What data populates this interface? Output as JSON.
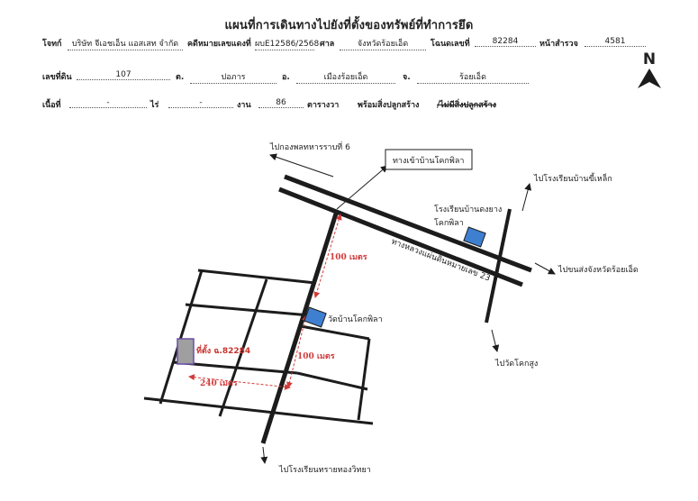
{
  "title": "แผนที่การเดินทางไปยังที่ตั้งของทรัพย์ที่ทำการยึด",
  "header": {
    "plaintiff_label": "โจทก์",
    "plaintiff_value": "บริษัท จีเอชเอ็น แอสเสท จำกัด",
    "case_label": "คดีหมายเลขแดงที่",
    "case_value": "ผบE12586/2568",
    "court_label": "ศาล",
    "court_value": "จังหวัดร้อยเอ็ด",
    "deed_label": "โฉนดเลขที่",
    "deed_value": "82284",
    "survey_label": "หน้าสำรวจ",
    "survey_value": "4581",
    "land_no_label": "เลขที่ดิน",
    "land_no_value": "107",
    "subdistrict_label": "ต.",
    "subdistrict_value": "ปอภาร",
    "district_label": "อ.",
    "district_value": "เมืองร้อยเอ็ด",
    "province_label": "จ.",
    "province_value": "ร้อยเอ็ด",
    "area_label": "เนื้อที่",
    "area_rai_value": "-",
    "area_rai_label": "ไร่",
    "area_ngan_value": "-",
    "area_ngan_label": "งาน",
    "area_wa_value": "86",
    "area_wa_label": "ตารางวา",
    "building_status": "พร้อมสิ่งปลูกสร้าง",
    "building_status_struck": "/ไม่มีสิ่งปลูกสร้าง"
  },
  "compass": {
    "label": "N"
  },
  "map": {
    "labels": {
      "to_army_camp": "ไปกองพลทหารราบที่ 6",
      "village_entrance": "ทางเข้าบ้านโคกพิลา",
      "to_school_sileklek": "ไปโรงเรียนบ้านขี้เหล็ก",
      "school_dongyang_line1": "โรงเรียนบ้านดงยาง",
      "school_dongyang_line2": "โคกพิลา",
      "highway": "ทางหลวงแผ่นดินหมายเลข 23",
      "to_roiet_transport": "ไปขนส่งจังหวัดร้อยเอ็ด",
      "to_wat_khoksung": "ไปวัดโคกสูง",
      "wat_khokphila": "วัดบ้านโคกพิลา",
      "to_school_sai_thong": "ไปโรงเรียนทรายทองวิทยา",
      "dist_100m_a": "100 เมตร",
      "dist_100m_b": "100 เมตร",
      "dist_240m": "240 เมตร",
      "target": "ที่ตั้ง ฉ.82284"
    },
    "colors": {
      "road": "#1c1c1c",
      "landmark_fill": "#3f7fd0",
      "target_fill": "#9f9f9f",
      "target_border": "#6a4fa6",
      "distance": "#d23a3a"
    }
  }
}
